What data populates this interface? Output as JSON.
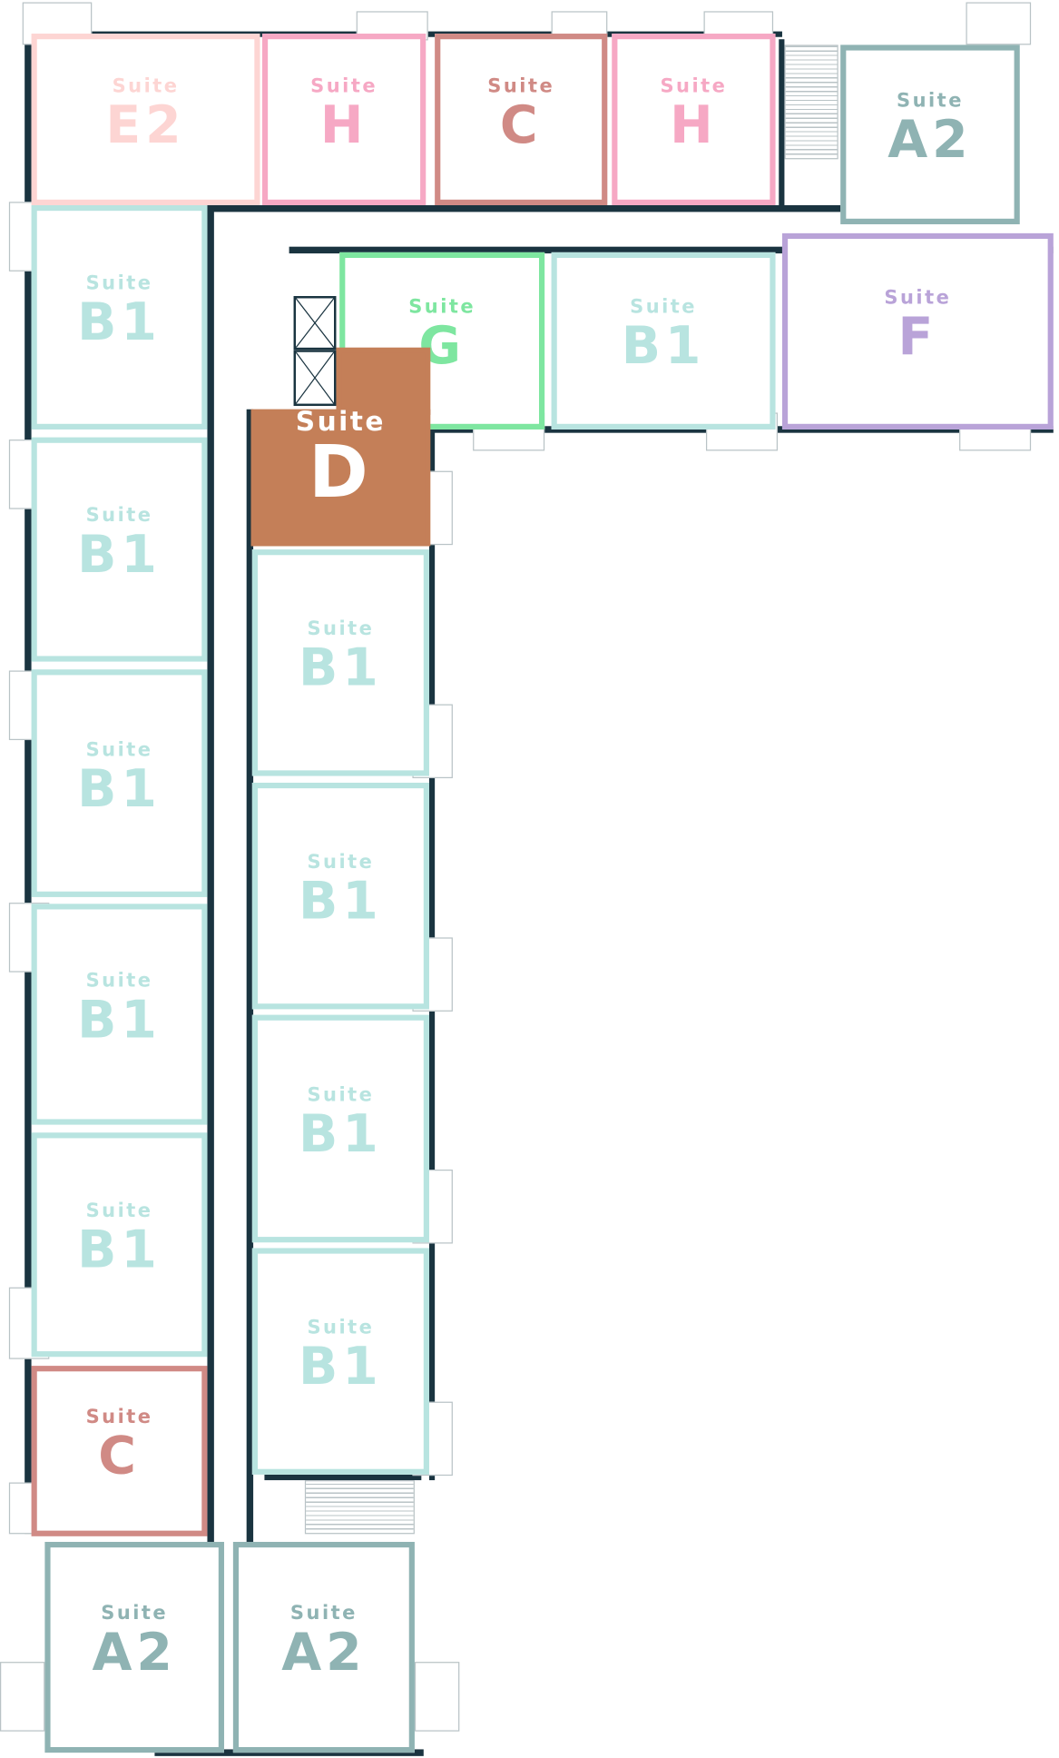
{
  "suites": [
    {
      "label": "Suite",
      "code": "E2",
      "color": "#fdd5d3"
    },
    {
      "label": "Suite",
      "code": "H",
      "color": "#f6a8c4"
    },
    {
      "label": "Suite",
      "code": "C",
      "color": "#d08a85"
    },
    {
      "label": "Suite",
      "code": "H",
      "color": "#f6a8c4"
    },
    {
      "label": "Suite",
      "code": "A2",
      "color": "#8fb3b3"
    },
    {
      "label": "Suite",
      "code": "G",
      "color": "#7ee6a0"
    },
    {
      "label": "Suite",
      "code": "B1",
      "color": "#b8e4e0"
    },
    {
      "label": "Suite",
      "code": "F",
      "color": "#b9a3d8"
    },
    {
      "label": "Suite",
      "code": "D",
      "color": "#c47f58",
      "highlighted": true
    },
    {
      "label": "Suite",
      "code": "B1",
      "color": "#b8e4e0"
    },
    {
      "label": "Suite",
      "code": "B1",
      "color": "#b8e4e0"
    },
    {
      "label": "Suite",
      "code": "B1",
      "color": "#b8e4e0"
    },
    {
      "label": "Suite",
      "code": "B1",
      "color": "#b8e4e0"
    },
    {
      "label": "Suite",
      "code": "B1",
      "color": "#b8e4e0"
    },
    {
      "label": "Suite",
      "code": "B1",
      "color": "#b8e4e0"
    },
    {
      "label": "Suite",
      "code": "B1",
      "color": "#b8e4e0"
    },
    {
      "label": "Suite",
      "code": "B1",
      "color": "#b8e4e0"
    },
    {
      "label": "Suite",
      "code": "B1",
      "color": "#b8e4e0"
    },
    {
      "label": "Suite",
      "code": "C",
      "color": "#d08a85"
    },
    {
      "label": "Suite",
      "code": "A2",
      "color": "#8fb3b3"
    },
    {
      "label": "Suite",
      "code": "A2",
      "color": "#8fb3b3"
    }
  ],
  "colors": {
    "wall": "#1a3440",
    "highlight_text": "#ffffff"
  }
}
